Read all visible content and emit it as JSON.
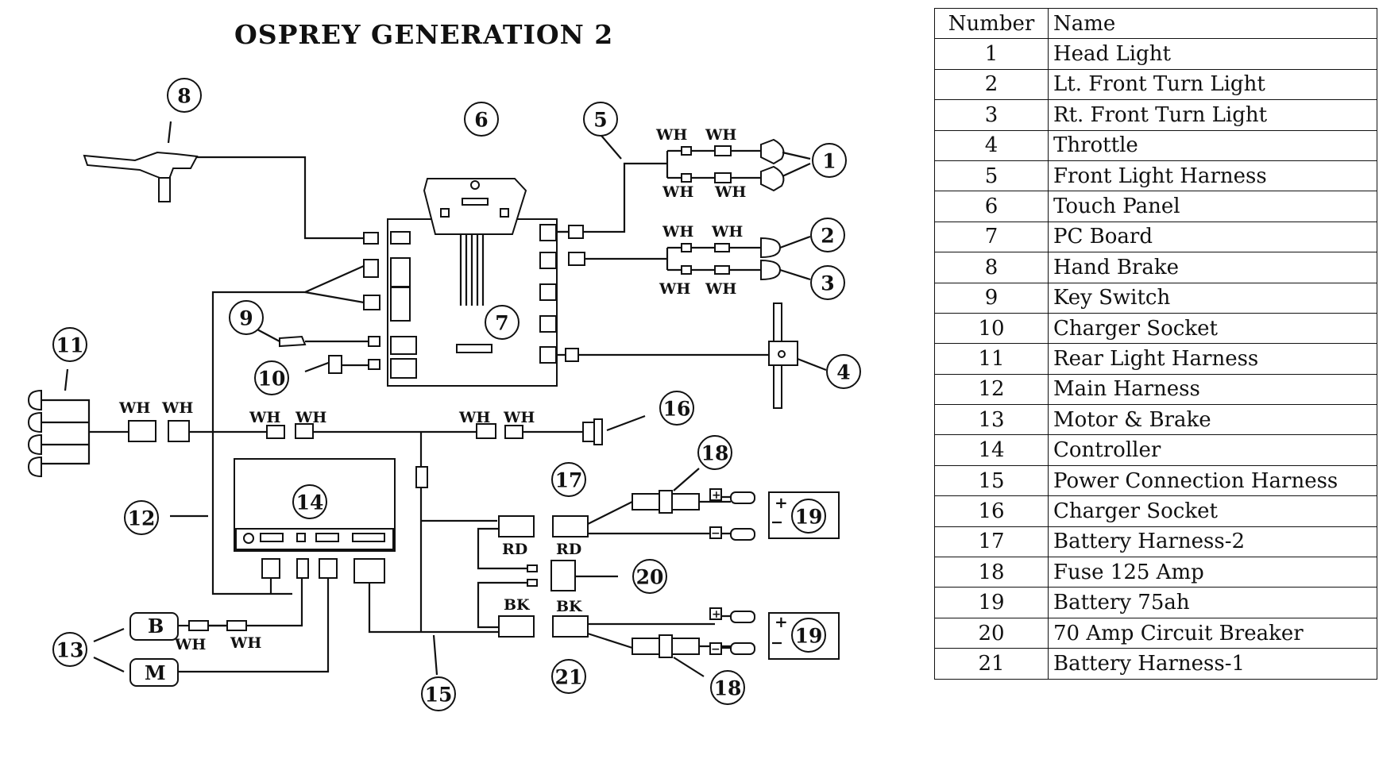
{
  "title": "OSPREY GENERATION 2",
  "legend": {
    "headers": {
      "number": "Number",
      "name": "Name"
    },
    "rows": [
      {
        "number": "1",
        "name": "Head Light"
      },
      {
        "number": "2",
        "name": "Lt. Front Turn Light"
      },
      {
        "number": "3",
        "name": "Rt. Front Turn Light"
      },
      {
        "number": "4",
        "name": "Throttle"
      },
      {
        "number": "5",
        "name": "Front Light Harness"
      },
      {
        "number": "6",
        "name": "Touch Panel"
      },
      {
        "number": "7",
        "name": "PC Board"
      },
      {
        "number": "8",
        "name": "Hand Brake"
      },
      {
        "number": "9",
        "name": "Key Switch"
      },
      {
        "number": "10",
        "name": "Charger Socket"
      },
      {
        "number": "11",
        "name": "Rear Light Harness"
      },
      {
        "number": "12",
        "name": "Main Harness"
      },
      {
        "number": "13",
        "name": "Motor & Brake"
      },
      {
        "number": "14",
        "name": "Controller"
      },
      {
        "number": "15",
        "name": "Power Connection Harness"
      },
      {
        "number": "16",
        "name": "Charger Socket"
      },
      {
        "number": "17",
        "name": "Battery Harness-2"
      },
      {
        "number": "18",
        "name": "Fuse 125 Amp"
      },
      {
        "number": "19",
        "name": "Battery 75ah"
      },
      {
        "number": "20",
        "name": "70 Amp Circuit Breaker"
      },
      {
        "number": "21",
        "name": "Battery Harness-1"
      }
    ]
  },
  "wire_labels": {
    "wh": "WH",
    "rd": "RD",
    "bk": "BK",
    "brake": "B",
    "motor": "M",
    "plus": "+",
    "minus": "−"
  },
  "callouts": {
    "c1": "1",
    "c2": "2",
    "c3": "3",
    "c4": "4",
    "c5": "5",
    "c6": "6",
    "c7": "7",
    "c8": "8",
    "c9": "9",
    "c10": "10",
    "c11": "11",
    "c12": "12",
    "c13": "13",
    "c14": "14",
    "c15": "15",
    "c16": "16",
    "c17": "17",
    "c18a": "18",
    "c18b": "18",
    "c19a": "19",
    "c19b": "19",
    "c20": "20",
    "c21": "21"
  }
}
